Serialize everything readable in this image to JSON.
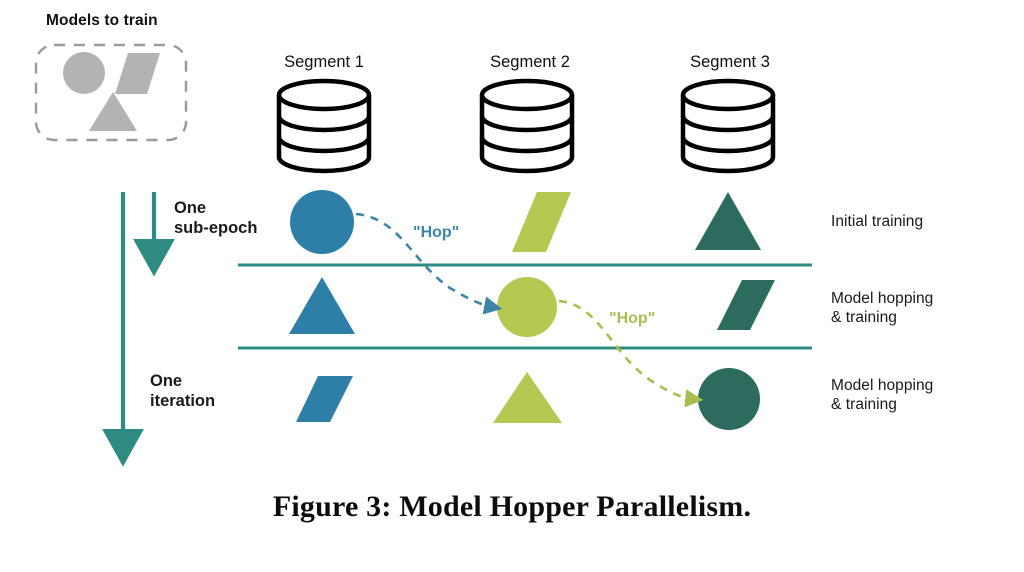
{
  "figure": {
    "caption": "Figure 3: Model Hopper Parallelism.",
    "models_box": {
      "label": "Models to train",
      "shape_color": "#b3b3b3",
      "border_color": "#9a9a9a",
      "shapes": [
        "circle",
        "parallelogram",
        "triangle"
      ]
    },
    "segments": [
      {
        "label": "Segment 1",
        "icon": "database-cylinder-icon"
      },
      {
        "label": "Segment 2",
        "icon": "database-cylinder-icon"
      },
      {
        "label": "Segment 3",
        "icon": "database-cylinder-icon"
      }
    ],
    "timeline_arrows": [
      {
        "id": "sub-epoch",
        "label": "One\nsub-epoch",
        "line1": "One",
        "line2": "sub-epoch",
        "color": "#2e8b82"
      },
      {
        "id": "iteration",
        "label": "One\niteration",
        "line1": "One",
        "line2": "iteration",
        "color": "#2e8b82"
      }
    ],
    "colors": {
      "blue": "#2e7fa8",
      "green": "#b3c952",
      "dark_teal": "#2c6b5e",
      "teal_rule": "#2e8b82",
      "gray": "#b3b3b3",
      "cylinder_outline": "#000000"
    },
    "rows": [
      {
        "label_line1": "Initial training",
        "label_line2": "",
        "cells": [
          {
            "segment": "Segment 1",
            "shape": "circle",
            "color": "#2e7fa8"
          },
          {
            "segment": "Segment 2",
            "shape": "parallelogram",
            "color": "#b3c952"
          },
          {
            "segment": "Segment 3",
            "shape": "triangle",
            "color": "#2c6b5e"
          }
        ]
      },
      {
        "label_line1": "Model hopping",
        "label_line2": "& training",
        "cells": [
          {
            "segment": "Segment 1",
            "shape": "triangle",
            "color": "#2e7fa8"
          },
          {
            "segment": "Segment 2",
            "shape": "circle",
            "color": "#b3c952"
          },
          {
            "segment": "Segment 3",
            "shape": "parallelogram",
            "color": "#2c6b5e"
          }
        ]
      },
      {
        "label_line1": "Model hopping",
        "label_line2": "& training",
        "cells": [
          {
            "segment": "Segment 1",
            "shape": "parallelogram",
            "color": "#2e7fa8"
          },
          {
            "segment": "Segment 2",
            "shape": "triangle",
            "color": "#b3c952"
          },
          {
            "segment": "Segment 3",
            "shape": "circle",
            "color": "#2c6b5e"
          }
        ]
      }
    ],
    "hops": [
      {
        "label": "\"Hop\"",
        "color": "#3d85a8",
        "from": "Segment 1 row 1 circle",
        "to": "Segment 2 row 2 circle"
      },
      {
        "label": "\"Hop\"",
        "color": "#a8bd50",
        "from": "Segment 2 row 2 circle",
        "to": "Segment 3 row 3 circle"
      }
    ]
  }
}
